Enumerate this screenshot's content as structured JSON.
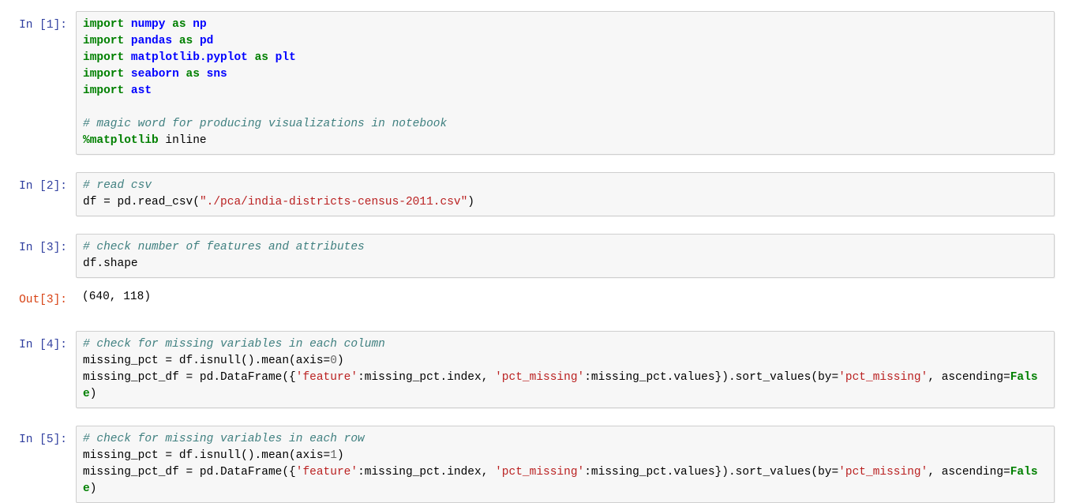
{
  "notebook": {
    "kernel_language": "python",
    "colors": {
      "in_prompt": "#303F9F",
      "out_prompt": "#D84315",
      "comment": "#408080",
      "keyword": "#008000",
      "name": "#0000FF",
      "string": "#BA2121",
      "cell_background": "#f7f7f7",
      "cell_border": "#cfcfcf",
      "page_background": "#ffffff"
    },
    "cells": [
      {
        "type": "code",
        "prompt": "In [1]:",
        "source_plain": "import numpy as np\nimport pandas as pd\nimport matplotlib.pyplot as plt\nimport seaborn as sns\nimport ast\n\n# magic word for producing visualizations in notebook\n%matplotlib inline",
        "lines": [
          "import numpy as np",
          "import pandas as pd",
          "import matplotlib.pyplot as plt",
          "import seaborn as sns",
          "import ast",
          "",
          "# magic word for producing visualizations in notebook",
          "%matplotlib inline"
        ],
        "output": null
      },
      {
        "type": "code",
        "prompt": "In [2]:",
        "source_plain": "# read csv\ndf = pd.read_csv(\"./pca/india-districts-census-2011.csv\")",
        "lines": [
          "# read csv",
          "df = pd.read_csv(\"./pca/india-districts-census-2011.csv\")"
        ],
        "output": null
      },
      {
        "type": "code",
        "prompt": "In [3]:",
        "source_plain": "# check number of features and attributes\ndf.shape",
        "lines": [
          "# check number of features and attributes",
          "df.shape"
        ],
        "output": {
          "prompt": "Out[3]:",
          "text": "(640, 118)"
        }
      },
      {
        "type": "code",
        "prompt": "In [4]:",
        "source_plain": "# check for missing variables in each column\nmissing_pct = df.isnull().mean(axis=0)\nmissing_pct_df = pd.DataFrame({'feature':missing_pct.index, 'pct_missing':missing_pct.values}).sort_values(by='pct_missing', ascending=False)",
        "lines": [
          "# check for missing variables in each column",
          "missing_pct = df.isnull().mean(axis=0)",
          "missing_pct_df = pd.DataFrame({'feature':missing_pct.index, 'pct_missing':missing_pct.values}).sort_values(by='pct_missing', ascending=False)"
        ],
        "output": null
      },
      {
        "type": "code",
        "prompt": "In [5]:",
        "source_plain": "# check for missing variables in each row\nmissing_pct = df.isnull().mean(axis=1)\nmissing_pct_df = pd.DataFrame({'feature':missing_pct.index, 'pct_missing':missing_pct.values}).sort_values(by='pct_missing', ascending=False)",
        "lines": [
          "# check for missing variables in each row",
          "missing_pct = df.isnull().mean(axis=1)",
          "missing_pct_df = pd.DataFrame({'feature':missing_pct.index, 'pct_missing':missing_pct.values}).sort_values(by='pct_missing', ascending=False)"
        ],
        "output": null
      }
    ]
  }
}
